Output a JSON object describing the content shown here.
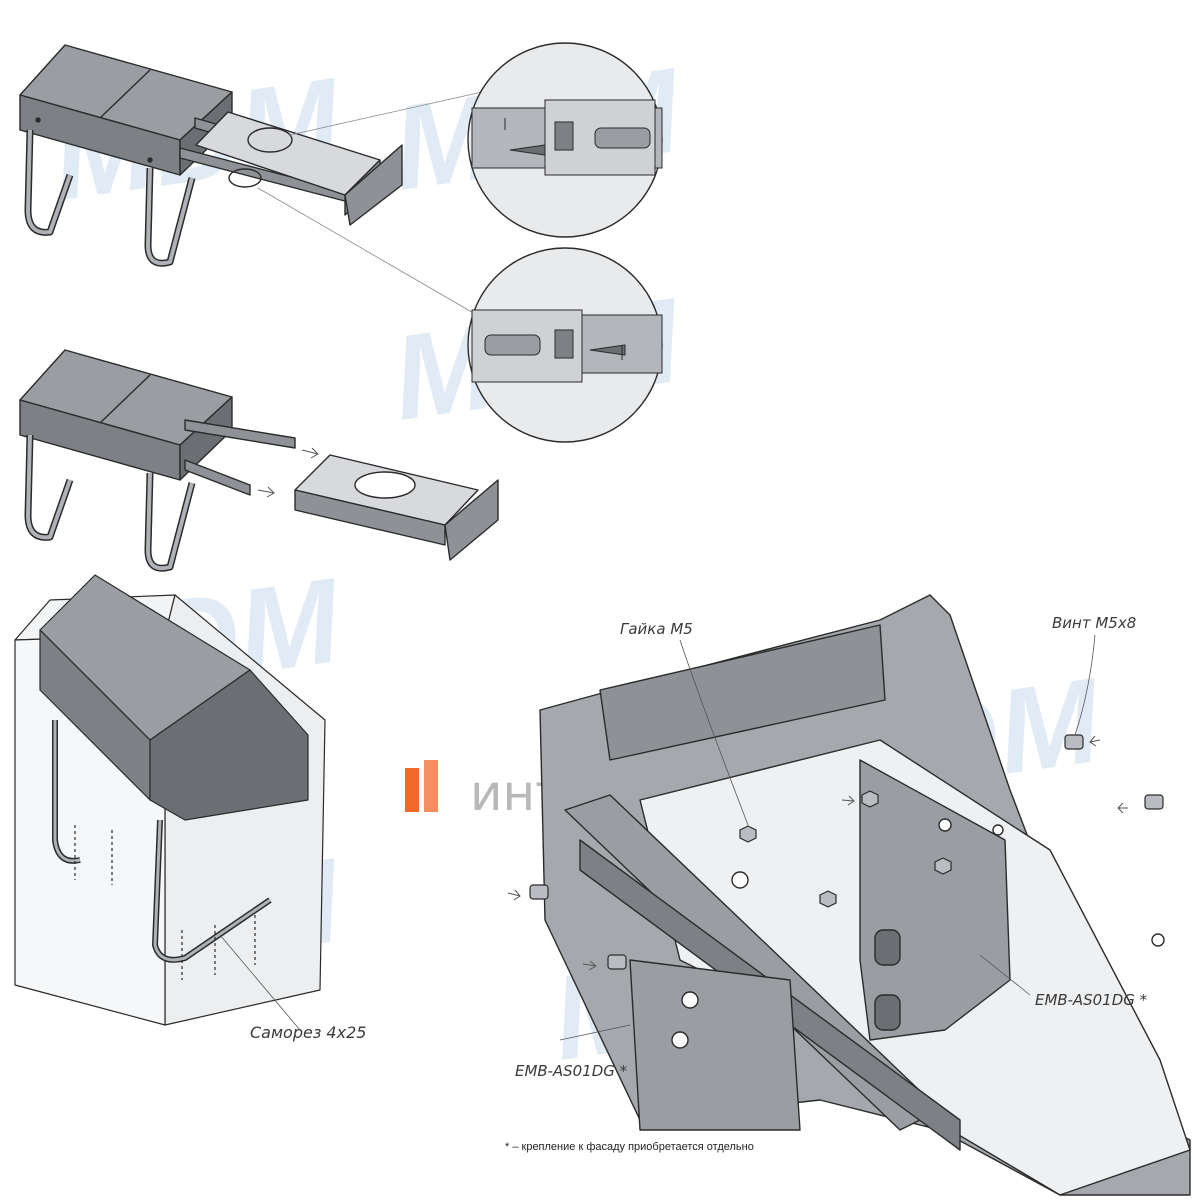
{
  "watermark": {
    "text": "MDM",
    "color": "#bcd3ea"
  },
  "brand": {
    "name": "интаника",
    "accent": "#f26a2a",
    "text_color": "#b8b8b8"
  },
  "labels": {
    "nut": "Гайка М5",
    "screw": "Винт М5х8",
    "self_tapping_screw": "Саморез 4х25",
    "bracket_right": "EMB-AS01DG *",
    "bracket_left": "EMB-AS01DG *"
  },
  "footnote": "* – крепление к фасаду приобретается отдельно",
  "colors": {
    "steel": "#8e9196",
    "steel_dark": "#5f6368",
    "steel_light": "#b9bcc1",
    "outline": "#2b2b2b",
    "cabinet": "#f1f2f3"
  }
}
